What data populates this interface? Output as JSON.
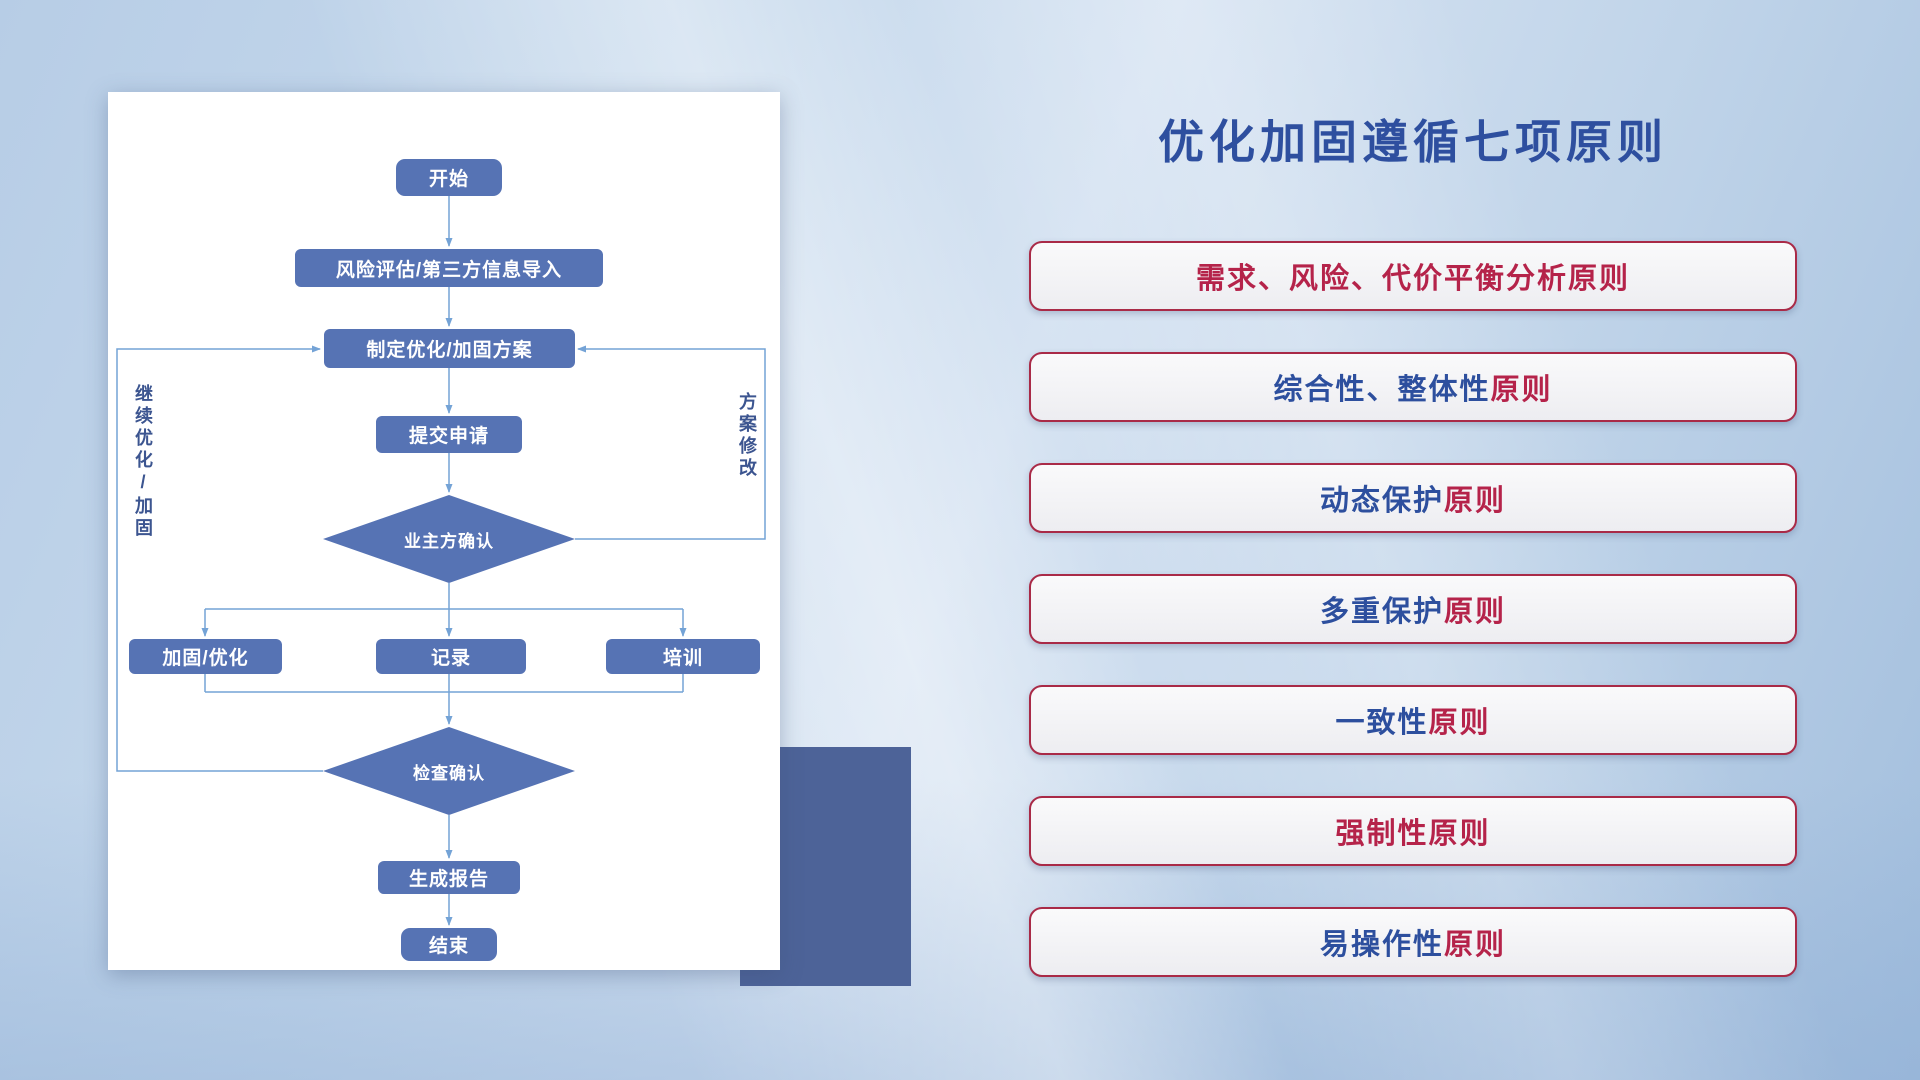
{
  "slide": {
    "title": "优化加固遵循七项原则"
  },
  "colors": {
    "title_blue": "#2e4f9f",
    "principle_blue": "#2d4f9e",
    "principle_red": "#b5234a",
    "principle_border": "#a92a47",
    "node_fill": "#5673b4",
    "connector": "#74a3d6",
    "shadow_block": "#4d6398"
  },
  "flowchart": {
    "nodes": {
      "start": "开始",
      "risk_import": "风险评估/第三方信息导入",
      "make_plan": "制定优化/加固方案",
      "submit": "提交申请",
      "owner_confirm": "业主方确认",
      "reinforce": "加固/优化",
      "record": "记录",
      "training": "培训",
      "check_confirm": "检查确认",
      "report": "生成报告",
      "end": "结束"
    },
    "side_labels": {
      "continue_loop": "继续优化/加固",
      "plan_revise": "方案修改"
    }
  },
  "principles": [
    {
      "text_blue": "",
      "text_red": "需求、风险、代价平衡分析原则"
    },
    {
      "text_blue": "综合性、整体性",
      "text_red": "原则"
    },
    {
      "text_blue": "动态保护",
      "text_red": "原则"
    },
    {
      "text_blue": "多重保护",
      "text_red": "原则"
    },
    {
      "text_blue": "一致性",
      "text_red": "原则"
    },
    {
      "text_blue": "",
      "text_red": "强制性原则"
    },
    {
      "text_blue": "易操作性",
      "text_red": "原则"
    }
  ]
}
